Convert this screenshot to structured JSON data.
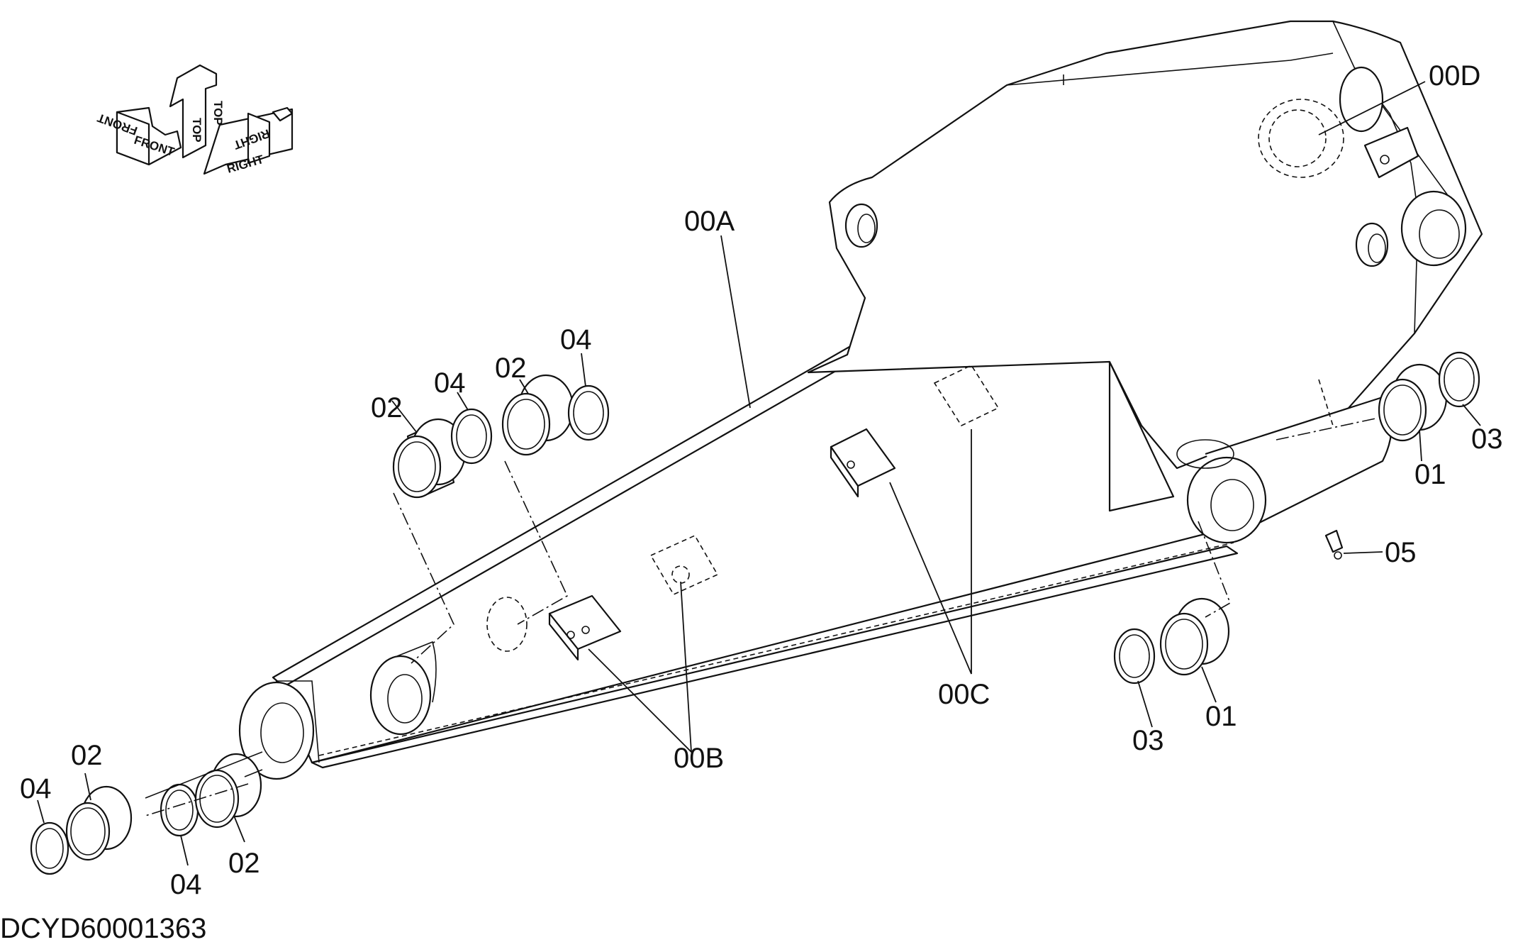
{
  "drawing_code": "DCYD60001363",
  "orientation_indicator": {
    "front": "FRONT",
    "top": "TOP",
    "right": "RIGHT"
  },
  "callouts": [
    {
      "id": "c-00A",
      "text": "00A"
    },
    {
      "id": "c-00B",
      "text": "00B"
    },
    {
      "id": "c-00C",
      "text": "00C"
    },
    {
      "id": "c-00D",
      "text": "00D"
    },
    {
      "id": "c-01a",
      "text": "01"
    },
    {
      "id": "c-01b",
      "text": "01"
    },
    {
      "id": "c-02a",
      "text": "02"
    },
    {
      "id": "c-02b",
      "text": "02"
    },
    {
      "id": "c-02c",
      "text": "02"
    },
    {
      "id": "c-02d",
      "text": "02"
    },
    {
      "id": "c-03a",
      "text": "03"
    },
    {
      "id": "c-03b",
      "text": "03"
    },
    {
      "id": "c-04a",
      "text": "04"
    },
    {
      "id": "c-04b",
      "text": "04"
    },
    {
      "id": "c-04c",
      "text": "04"
    },
    {
      "id": "c-04d",
      "text": "04"
    },
    {
      "id": "c-05",
      "text": "05"
    }
  ]
}
